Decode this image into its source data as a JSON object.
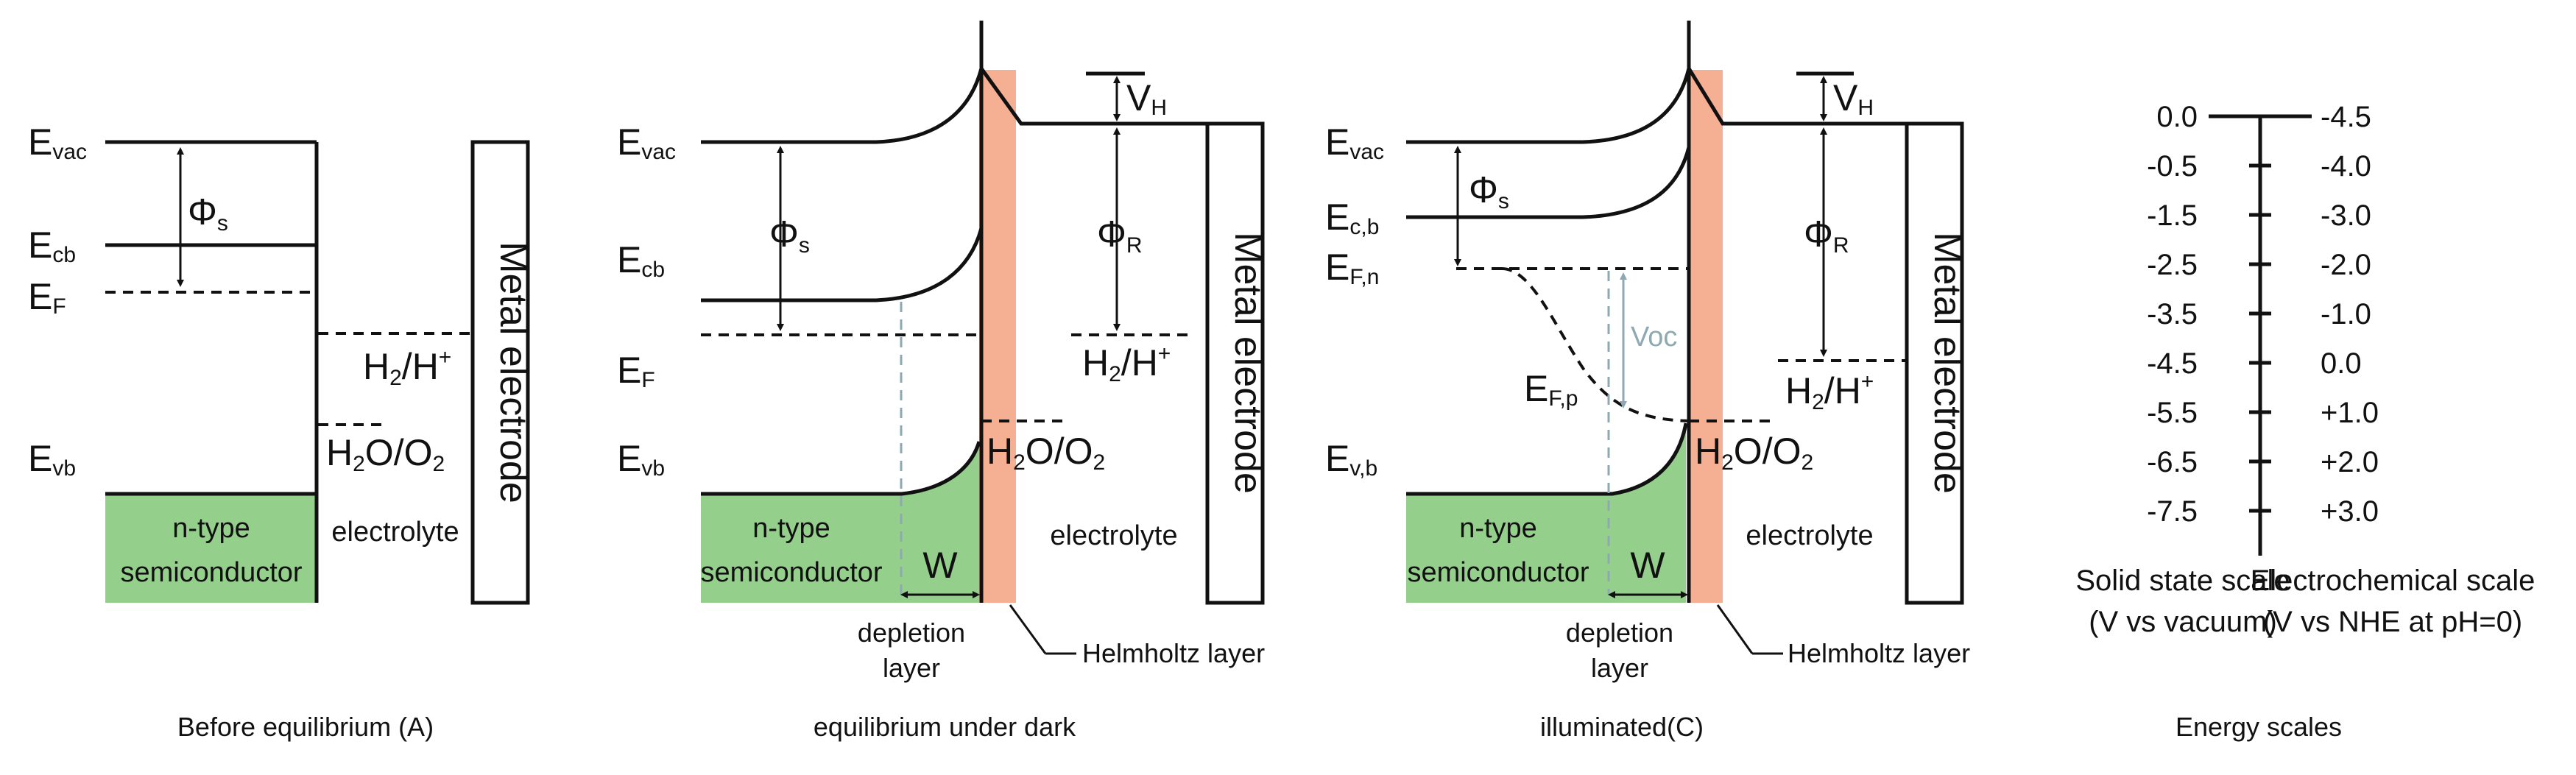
{
  "colors": {
    "semiconductor_fill": "#95cf8c",
    "helmholtz_fill": "#f5b094",
    "voc_color": "#8fa9b3",
    "line": "#111111"
  },
  "panel_a": {
    "caption": "Before equilibrium (A)",
    "e_vac": "E",
    "e_vac_sub": "vac",
    "e_cb": "E",
    "e_cb_sub": "cb",
    "e_f": "E",
    "e_f_sub": "F",
    "e_vb": "E",
    "e_vb_sub": "vb",
    "phi": "Φ",
    "phi_sub": "s",
    "h2": "H",
    "h2_sub": "2",
    "h2_rest": "/H",
    "h2_sup": "+",
    "h2o": "H",
    "h2o_sub": "2",
    "h2o_mid": "O/O",
    "h2o_sub2": "2",
    "semi_line1": "n-type",
    "semi_line2": "semiconductor",
    "electrolyte": "electrolyte",
    "metal": "Metal electrode"
  },
  "panel_b": {
    "caption": "equilibrium under dark",
    "e_vac": "E",
    "e_vac_sub": "vac",
    "e_cb": "E",
    "e_cb_sub": "cb",
    "e_f": "E",
    "e_f_sub": "F",
    "e_vb": "E",
    "e_vb_sub": "vb",
    "phi": "Φ",
    "phi_sub": "s",
    "phir": "Φ",
    "phir_sub": "R",
    "vh": "V",
    "vh_sub": "H",
    "h2": "H",
    "h2_sub": "2",
    "h2_rest": "/H",
    "h2_sup": "+",
    "h2o": "H",
    "h2o_sub": "2",
    "h2o_mid": "O/O",
    "h2o_sub2": "2",
    "semi_line1": "n-type",
    "semi_line2": "semiconductor",
    "w": "W",
    "electrolyte": "electrolyte",
    "metal": "Metal electrode",
    "depletion1": "depletion",
    "depletion2": "layer",
    "helmholtz": "Helmholtz layer"
  },
  "panel_c": {
    "caption": "illuminated(C)",
    "e_vac": "E",
    "e_vac_sub": "vac",
    "e_cb": "E",
    "e_cb_sub": "c,b",
    "e_fn": "E",
    "e_fn_sub": "F,n",
    "e_fp": "E",
    "e_fp_sub": "F,p",
    "e_vb": "E",
    "e_vb_sub": "v,b",
    "phi": "Φ",
    "phi_sub": "s",
    "phir": "Φ",
    "phir_sub": "R",
    "vh": "V",
    "vh_sub": "H",
    "voc": "Voc",
    "h2": "H",
    "h2_sub": "2",
    "h2_rest": "/H",
    "h2_sup": "+",
    "h2o": "H",
    "h2o_sub": "2",
    "h2o_mid": "O/O",
    "h2o_sub2": "2",
    "semi_line1": "n-type",
    "semi_line2": "semiconductor",
    "w": "W",
    "electrolyte": "electrolyte",
    "metal": "Metal electrode",
    "depletion1": "depletion",
    "depletion2": "layer",
    "helmholtz": "Helmholtz layer"
  },
  "panel_d": {
    "caption": "Energy scales",
    "solid_ticks": [
      "0.0",
      "-0.5",
      "-1.5",
      "-2.5",
      "-3.5",
      "-4.5",
      "-5.5",
      "-6.5",
      "-7.5"
    ],
    "electro_ticks": [
      "-4.5",
      "-4.0",
      "-3.0",
      "-2.0",
      "-1.0",
      "0.0",
      "+1.0",
      "+2.0",
      "+3.0"
    ],
    "solid_label1": "Solid state scale",
    "solid_label2": "(V vs vacuum)",
    "electro_label1": "Electrochemical scale",
    "electro_label2": "(V vs NHE at pH=0)"
  }
}
